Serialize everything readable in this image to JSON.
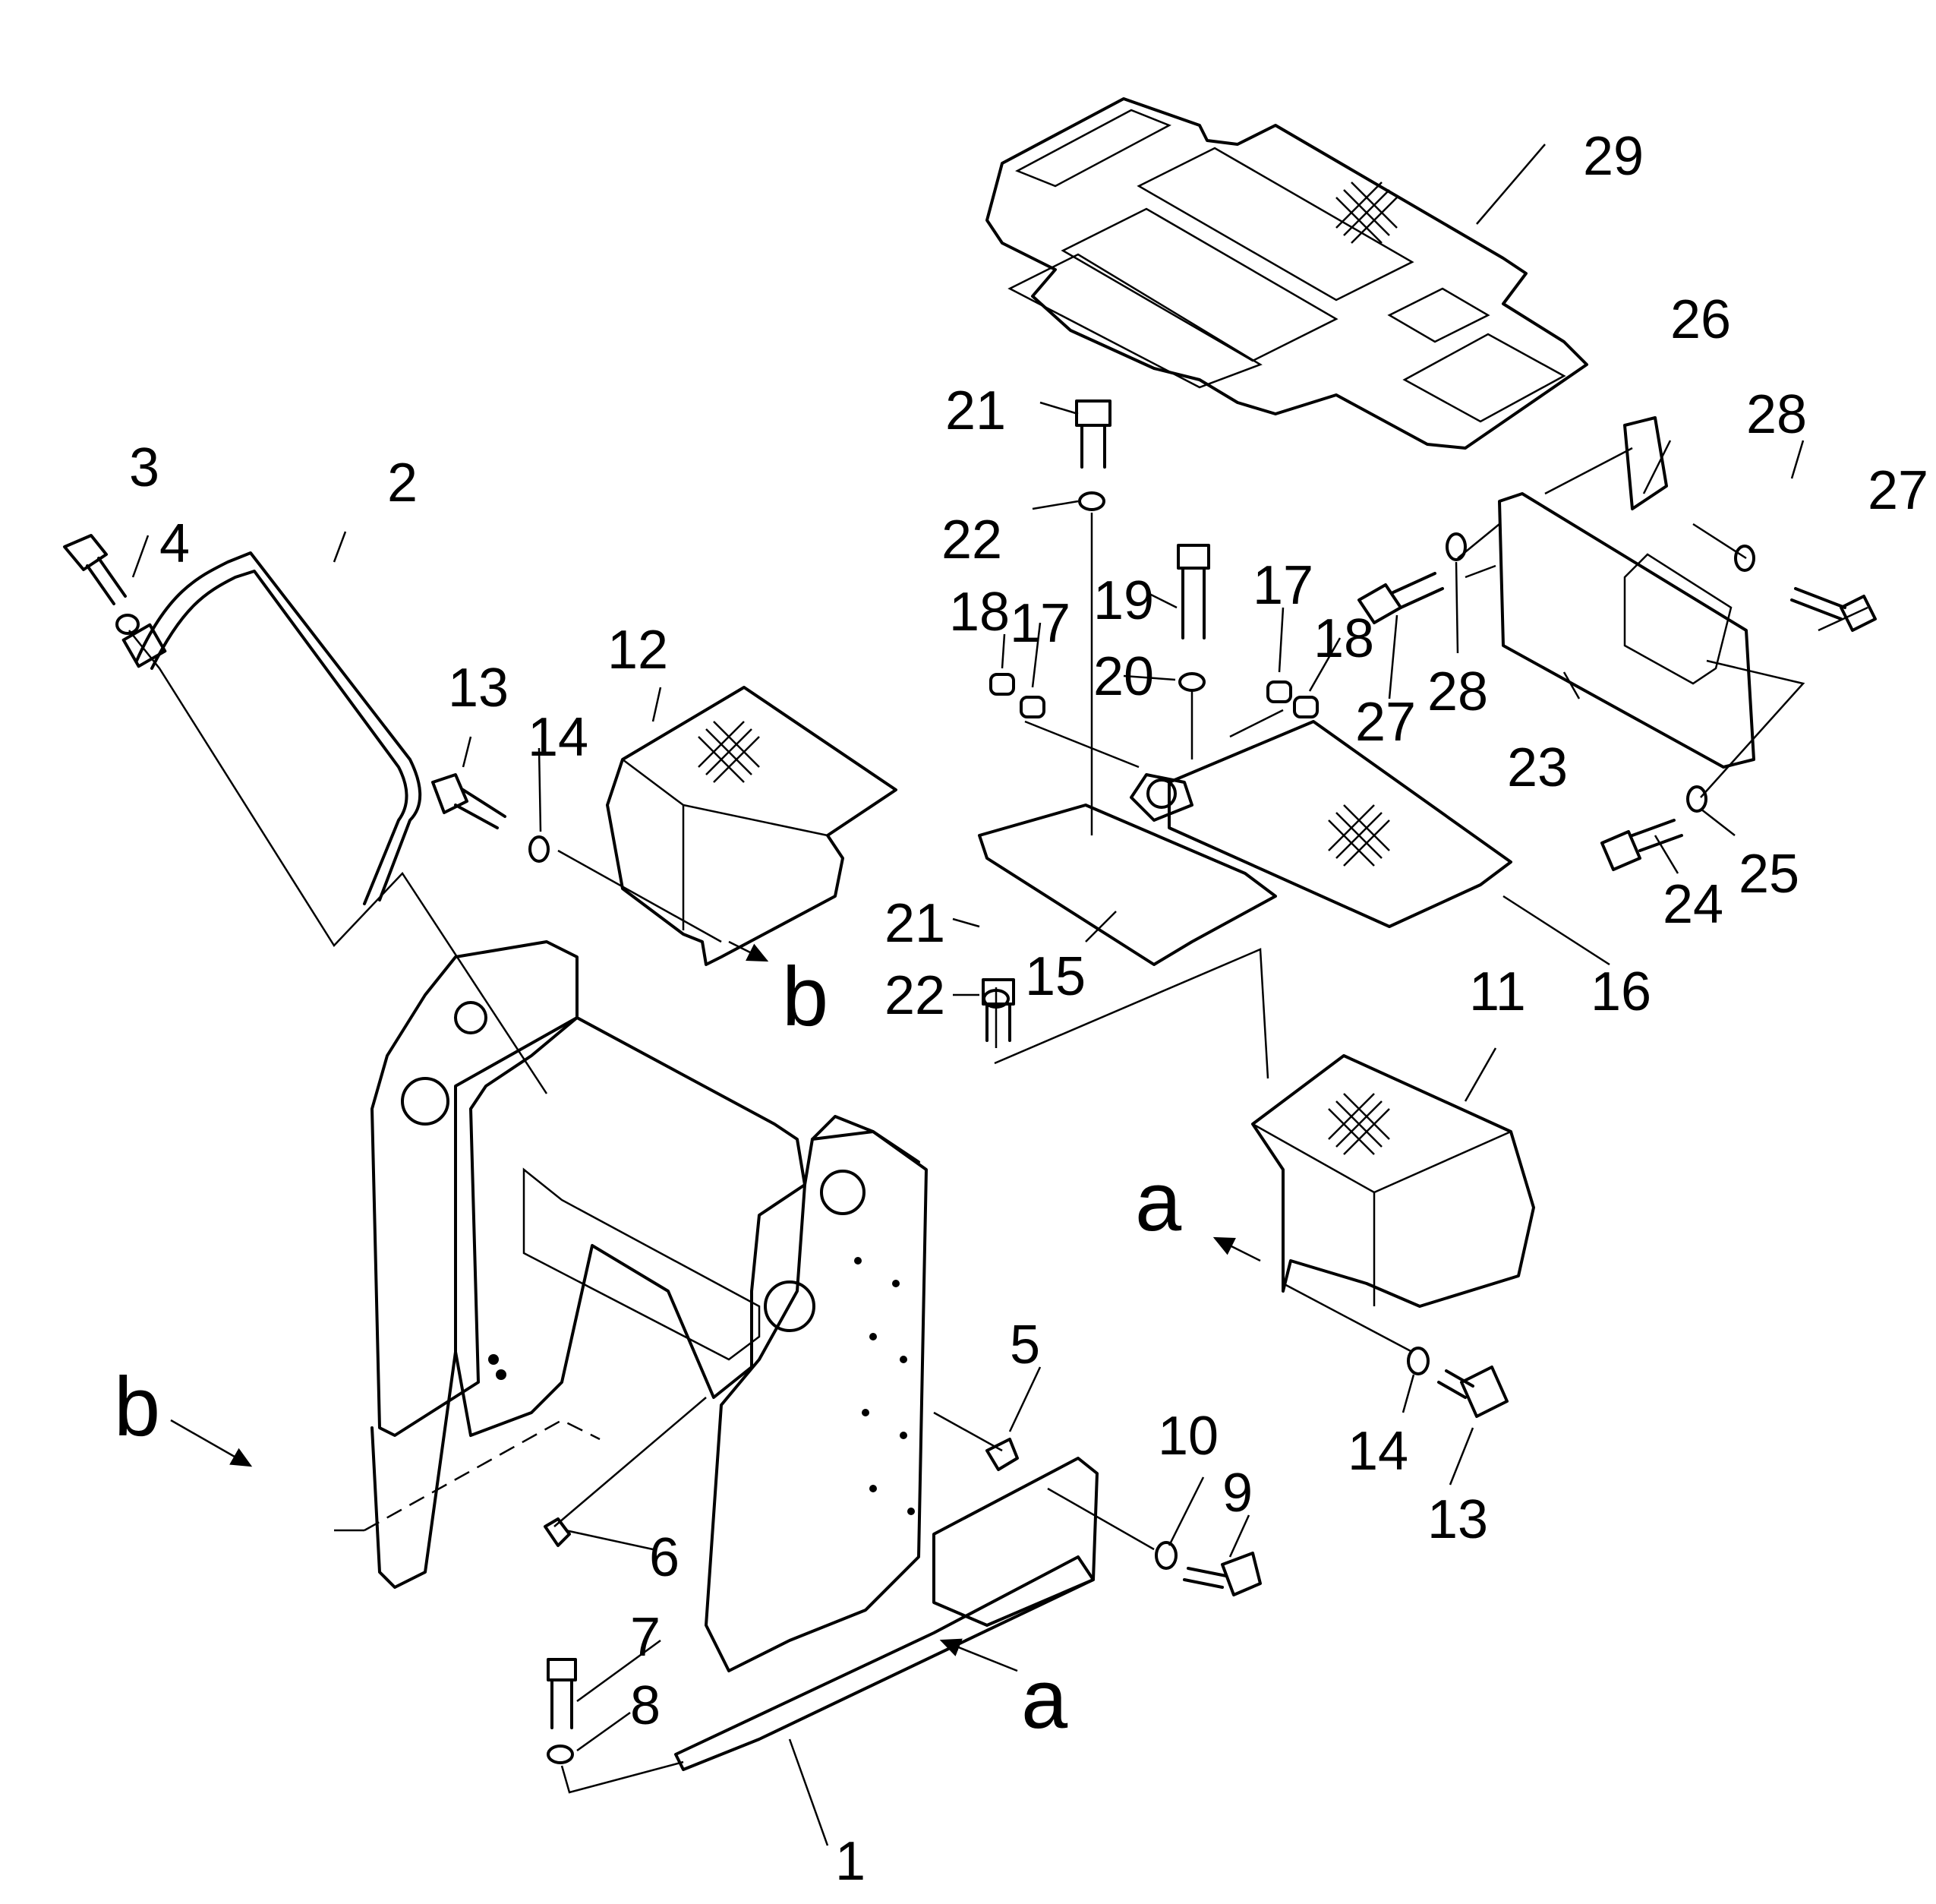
{
  "callouts": [
    "1",
    "2",
    "3",
    "4",
    "5",
    "6",
    "7",
    "8",
    "9",
    "10",
    "11",
    "12",
    "13",
    "14",
    "15",
    "16",
    "17",
    "18",
    "19",
    "20",
    "21",
    "22",
    "23",
    "24",
    "25",
    "26",
    "27",
    "28",
    "29"
  ],
  "repeated": {
    "c13b": "13",
    "c14b": "14",
    "c17b": "17",
    "c18b": "18",
    "c21b": "21",
    "c22b": "22",
    "c27b": "27",
    "c28b": "28"
  },
  "refs": {
    "a": "a",
    "b": "b"
  },
  "icons": [
    "bolt-icon",
    "washer-icon",
    "nut-icon",
    "mesh-pattern-icon",
    "arrow-icon"
  ]
}
